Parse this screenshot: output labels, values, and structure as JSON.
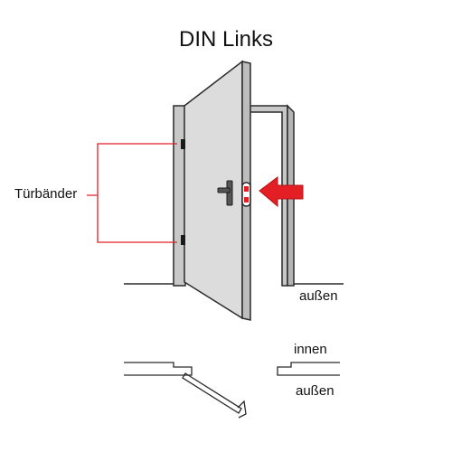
{
  "title": "DIN Links",
  "labels": {
    "hinges": "Türbänder",
    "outside_upper": "außen",
    "inside_lower": "innen",
    "outside_lower": "außen"
  },
  "colors": {
    "frame": "#c8c8c8",
    "door": "#dcdcdc",
    "outline": "#2a2a2a",
    "accent": "#e31e24"
  }
}
